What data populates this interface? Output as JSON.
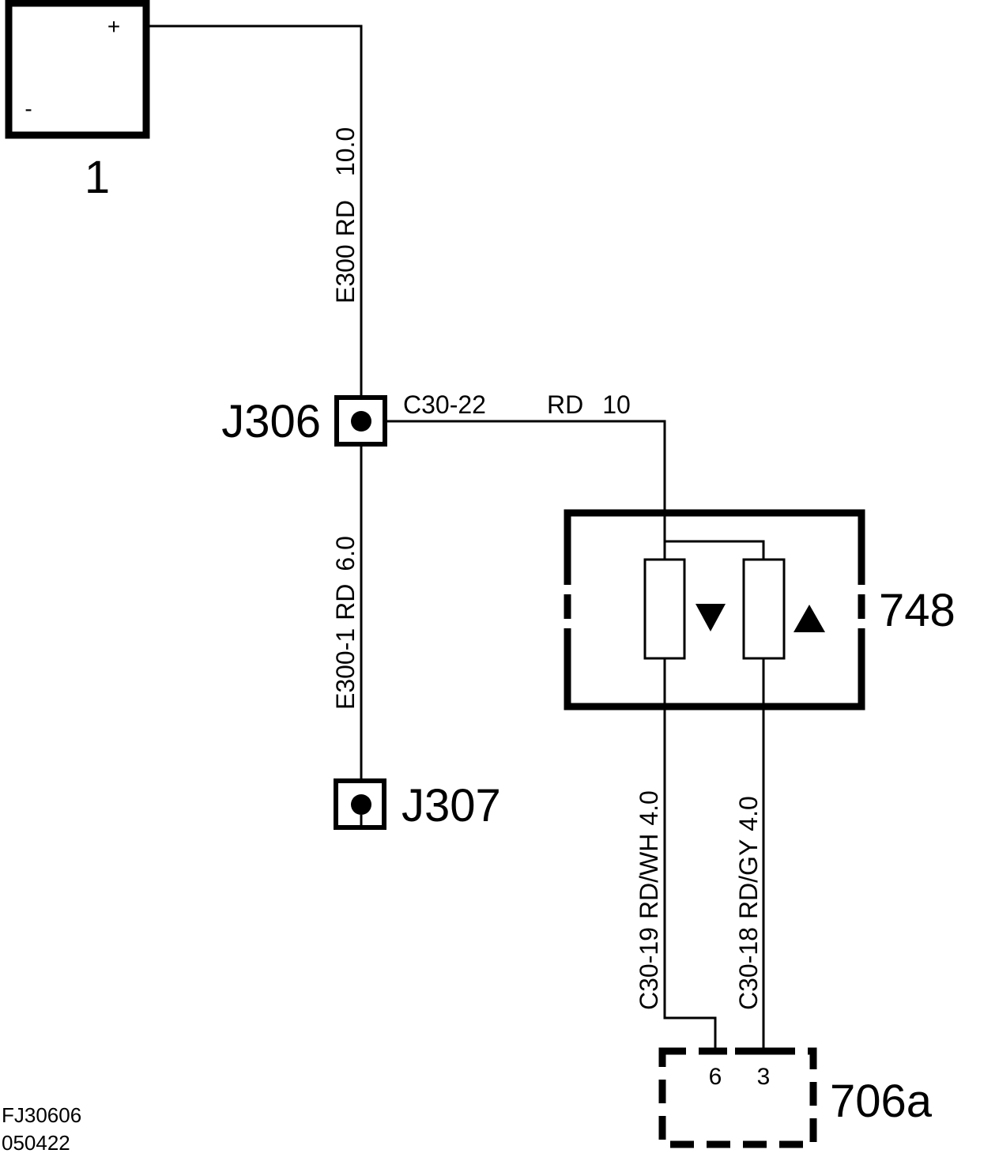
{
  "components": {
    "battery": {
      "ref": "1",
      "plus": "+",
      "minus": "-"
    },
    "junction_j306": {
      "ref": "J306"
    },
    "junction_j307": {
      "ref": "J307"
    },
    "relay_748": {
      "ref": "748"
    },
    "connector_706a": {
      "ref": "706a",
      "pins": [
        "6",
        "3"
      ]
    }
  },
  "wires": {
    "e300": {
      "circuit": "E300",
      "color": "RD",
      "size": "10.0"
    },
    "e300_1": {
      "circuit": "E300-1",
      "color": "RD",
      "size": "6.0"
    },
    "c30_22": {
      "circuit": "C30-22",
      "color": "RD",
      "size": "10"
    },
    "c30_19": {
      "circuit": "C30-19",
      "color": "RD/WH",
      "size": "4.0"
    },
    "c30_18": {
      "circuit": "C30-18",
      "color": "RD/GY",
      "size": "4.0"
    }
  },
  "footer": {
    "code": "FJ30606",
    "date": "050422"
  },
  "colors": {
    "ink": "#000000",
    "paper": "#ffffff"
  }
}
